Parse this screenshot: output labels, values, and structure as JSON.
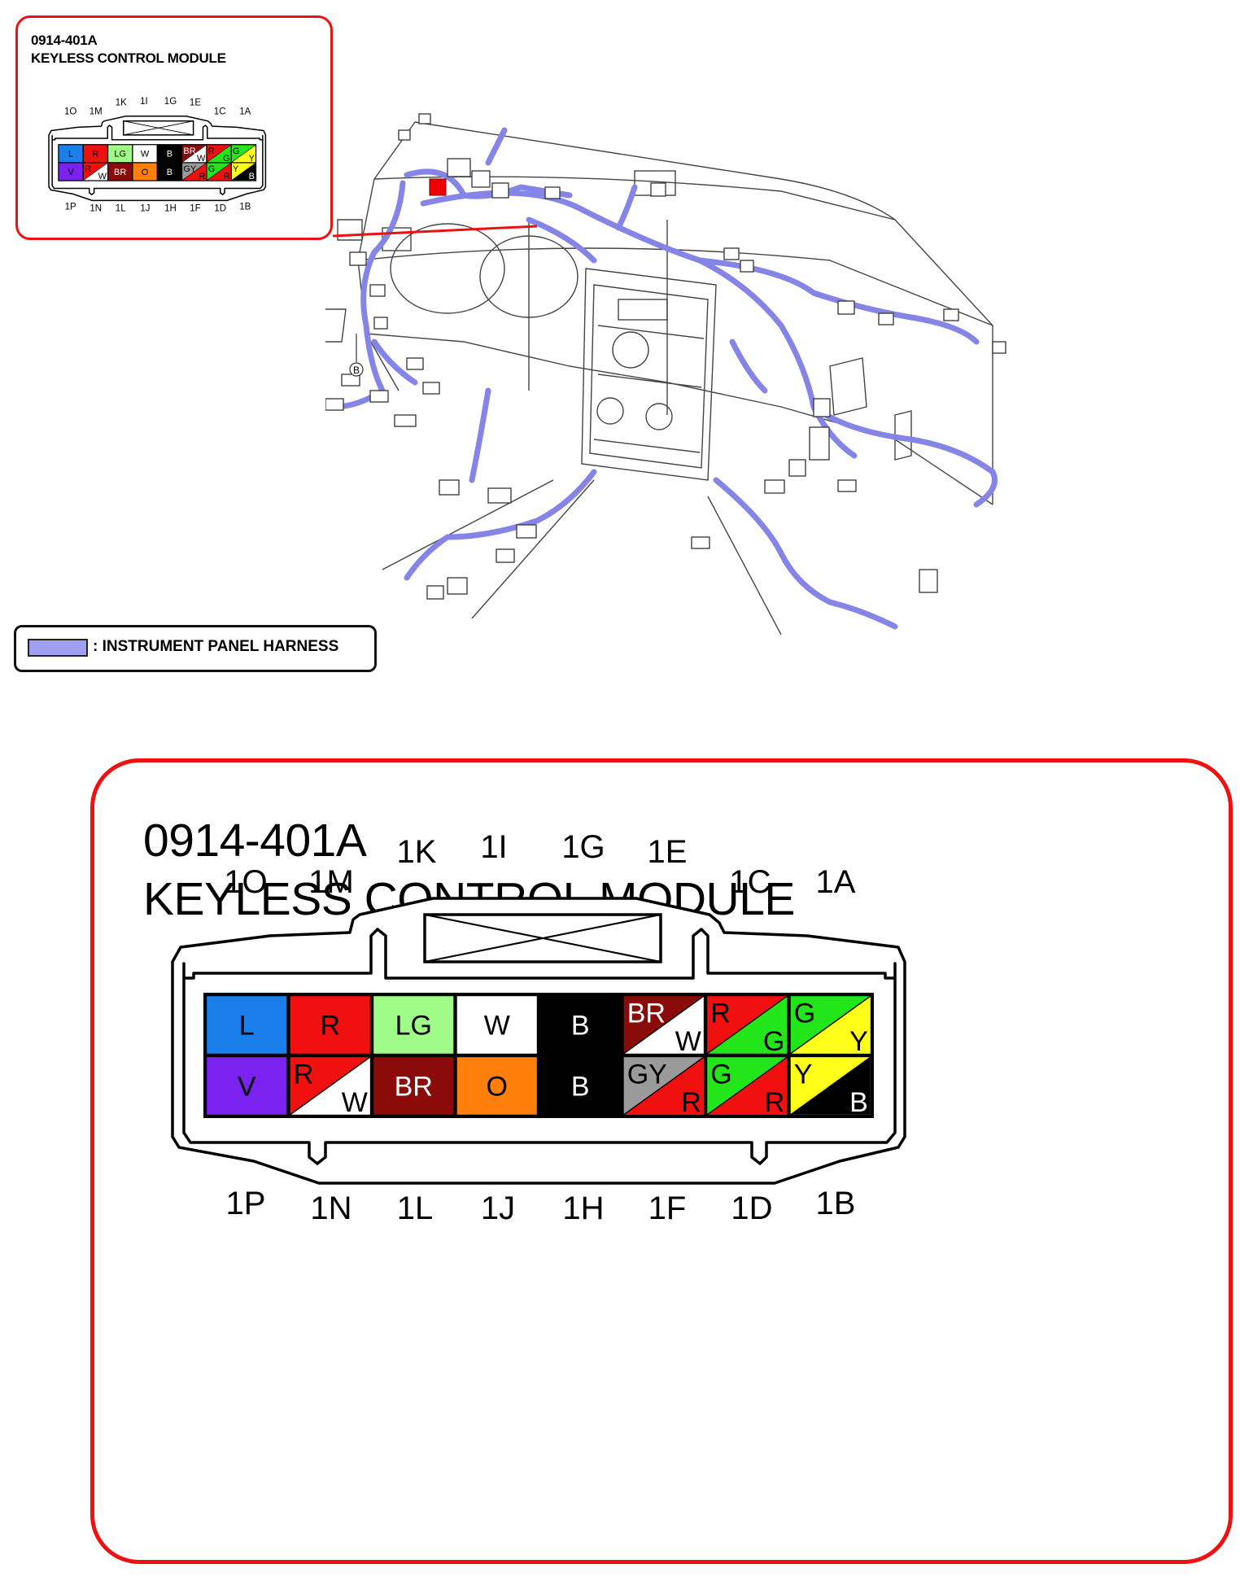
{
  "connector": {
    "part_number": "0914-401A",
    "name": "KEYLESS CONTROL MODULE",
    "top_pin_labels": [
      "1O",
      "1M",
      "1K",
      "1I",
      "1G",
      "1E",
      "1C",
      "1A"
    ],
    "bottom_pin_labels": [
      "1P",
      "1N",
      "1L",
      "1J",
      "1H",
      "1F",
      "1D",
      "1B"
    ],
    "top_row": [
      {
        "a": "L",
        "ca": "#1a7fea"
      },
      {
        "a": "R",
        "ca": "#f01010"
      },
      {
        "a": "LG",
        "ca": "#9ffc88"
      },
      {
        "a": "W",
        "ca": "#ffffff"
      },
      {
        "a": "B",
        "ca": "#000000"
      },
      {
        "a": "BR",
        "ca": "#8b0a0a",
        "b": "W",
        "cb": "#ffffff"
      },
      {
        "a": "R",
        "ca": "#f01010",
        "b": "G",
        "cb": "#22e61a"
      },
      {
        "a": "G",
        "ca": "#22e61a",
        "b": "Y",
        "cb": "#ffff1a"
      }
    ],
    "bottom_row": [
      {
        "a": "V",
        "ca": "#7a22f0"
      },
      {
        "a": "R",
        "ca": "#f01010",
        "b": "W",
        "cb": "#ffffff"
      },
      {
        "a": "BR",
        "ca": "#8b0a0a"
      },
      {
        "a": "O",
        "ca": "#ff7f0a"
      },
      {
        "a": "B",
        "ca": "#000000"
      },
      {
        "a": "GY",
        "ca": "#9a9a9a",
        "b": "R",
        "cb": "#f01010"
      },
      {
        "a": "G",
        "ca": "#22e61a",
        "b": "R",
        "cb": "#f01010"
      },
      {
        "a": "Y",
        "ca": "#ffff1a",
        "b": "B",
        "cb": "#000000"
      }
    ]
  },
  "legend": {
    "label": ": INSTRUMENT PANEL HARNESS",
    "color": "#9fa0f2"
  },
  "icons": {
    "ground_marker": "B"
  }
}
